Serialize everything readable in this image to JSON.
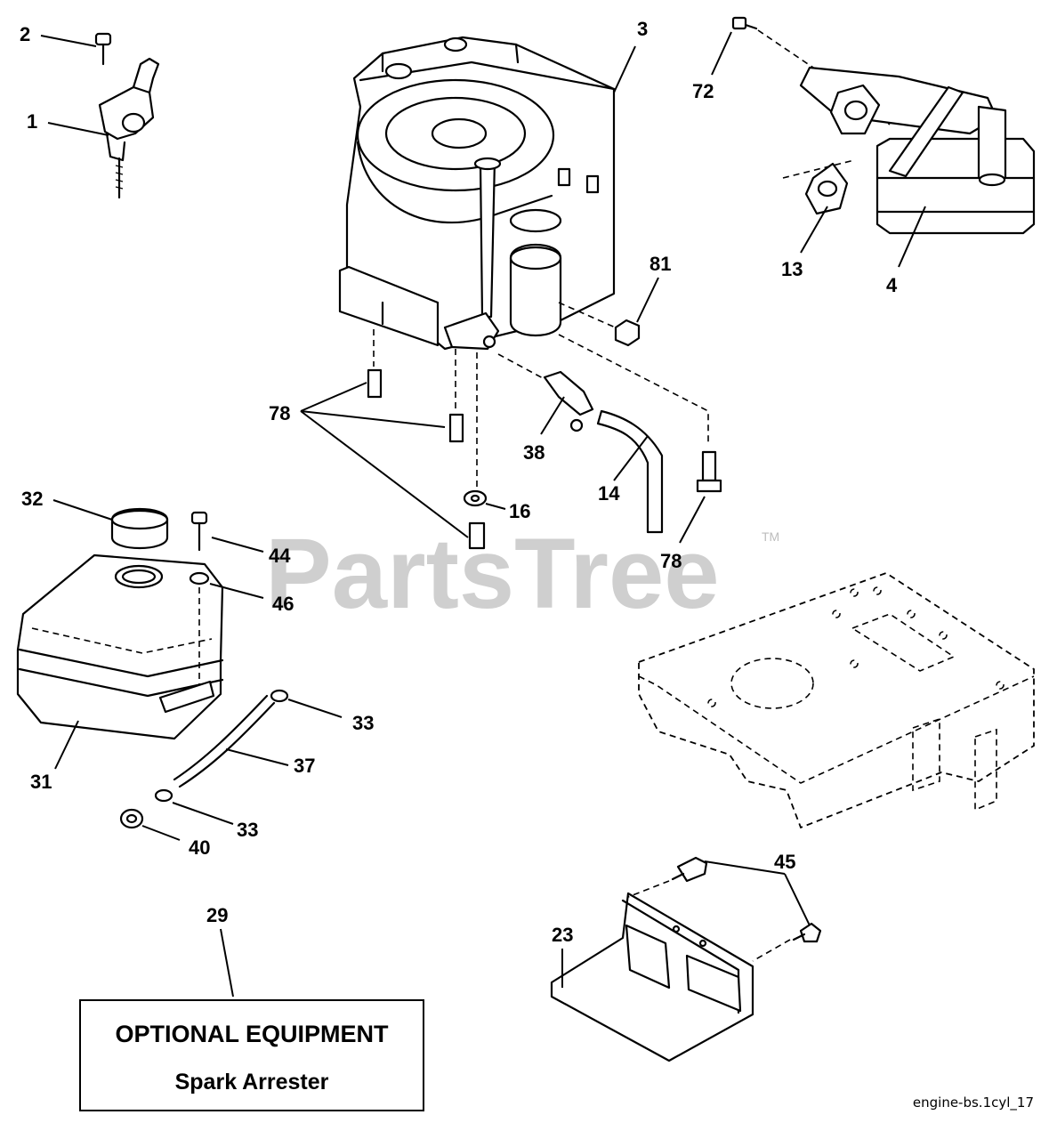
{
  "watermark": {
    "text": "PartsTree",
    "trademark": "TM"
  },
  "callouts": {
    "c1": "1",
    "c2": "2",
    "c3": "3",
    "c4": "4",
    "c13": "13",
    "c14": "14",
    "c16": "16",
    "c23": "23",
    "c29": "29",
    "c31": "31",
    "c32": "32",
    "c33a": "33",
    "c33b": "33",
    "c37": "37",
    "c38": "38",
    "c40": "40",
    "c44": "44",
    "c45": "45",
    "c46": "46",
    "c72": "72",
    "c78a": "78",
    "c78b": "78",
    "c81": "81"
  },
  "optional_box": {
    "title": "OPTIONAL EQUIPMENT",
    "item": "Spark Arrester"
  },
  "diagram_ref": "engine-bs.1cyl_17"
}
